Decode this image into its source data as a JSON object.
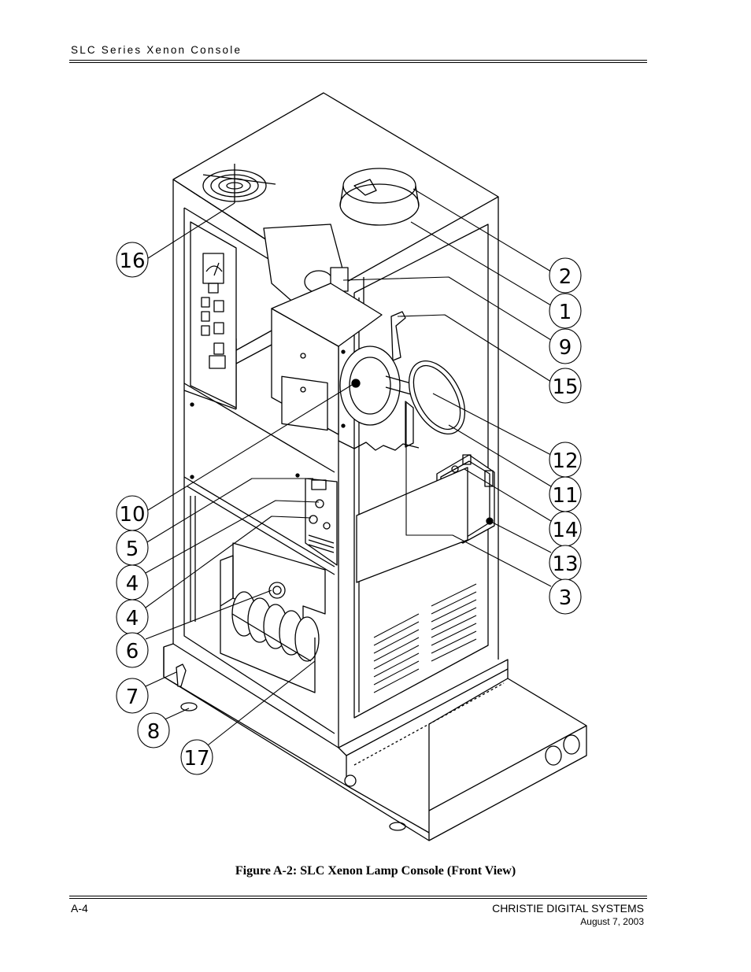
{
  "header": {
    "title": "SLC Series Xenon Console"
  },
  "figure": {
    "caption": "Figure A-2:  SLC Xenon Lamp Console (Front View)",
    "callouts": [
      "16",
      "2",
      "1",
      "9",
      "15",
      "10",
      "12",
      "11",
      "5",
      "14",
      "4",
      "13",
      "4",
      "3",
      "6",
      "7",
      "8",
      "17"
    ]
  },
  "footer": {
    "page": "A-4",
    "company": "CHRISTIE DIGITAL SYSTEMS",
    "date": "August 7, 2003"
  }
}
